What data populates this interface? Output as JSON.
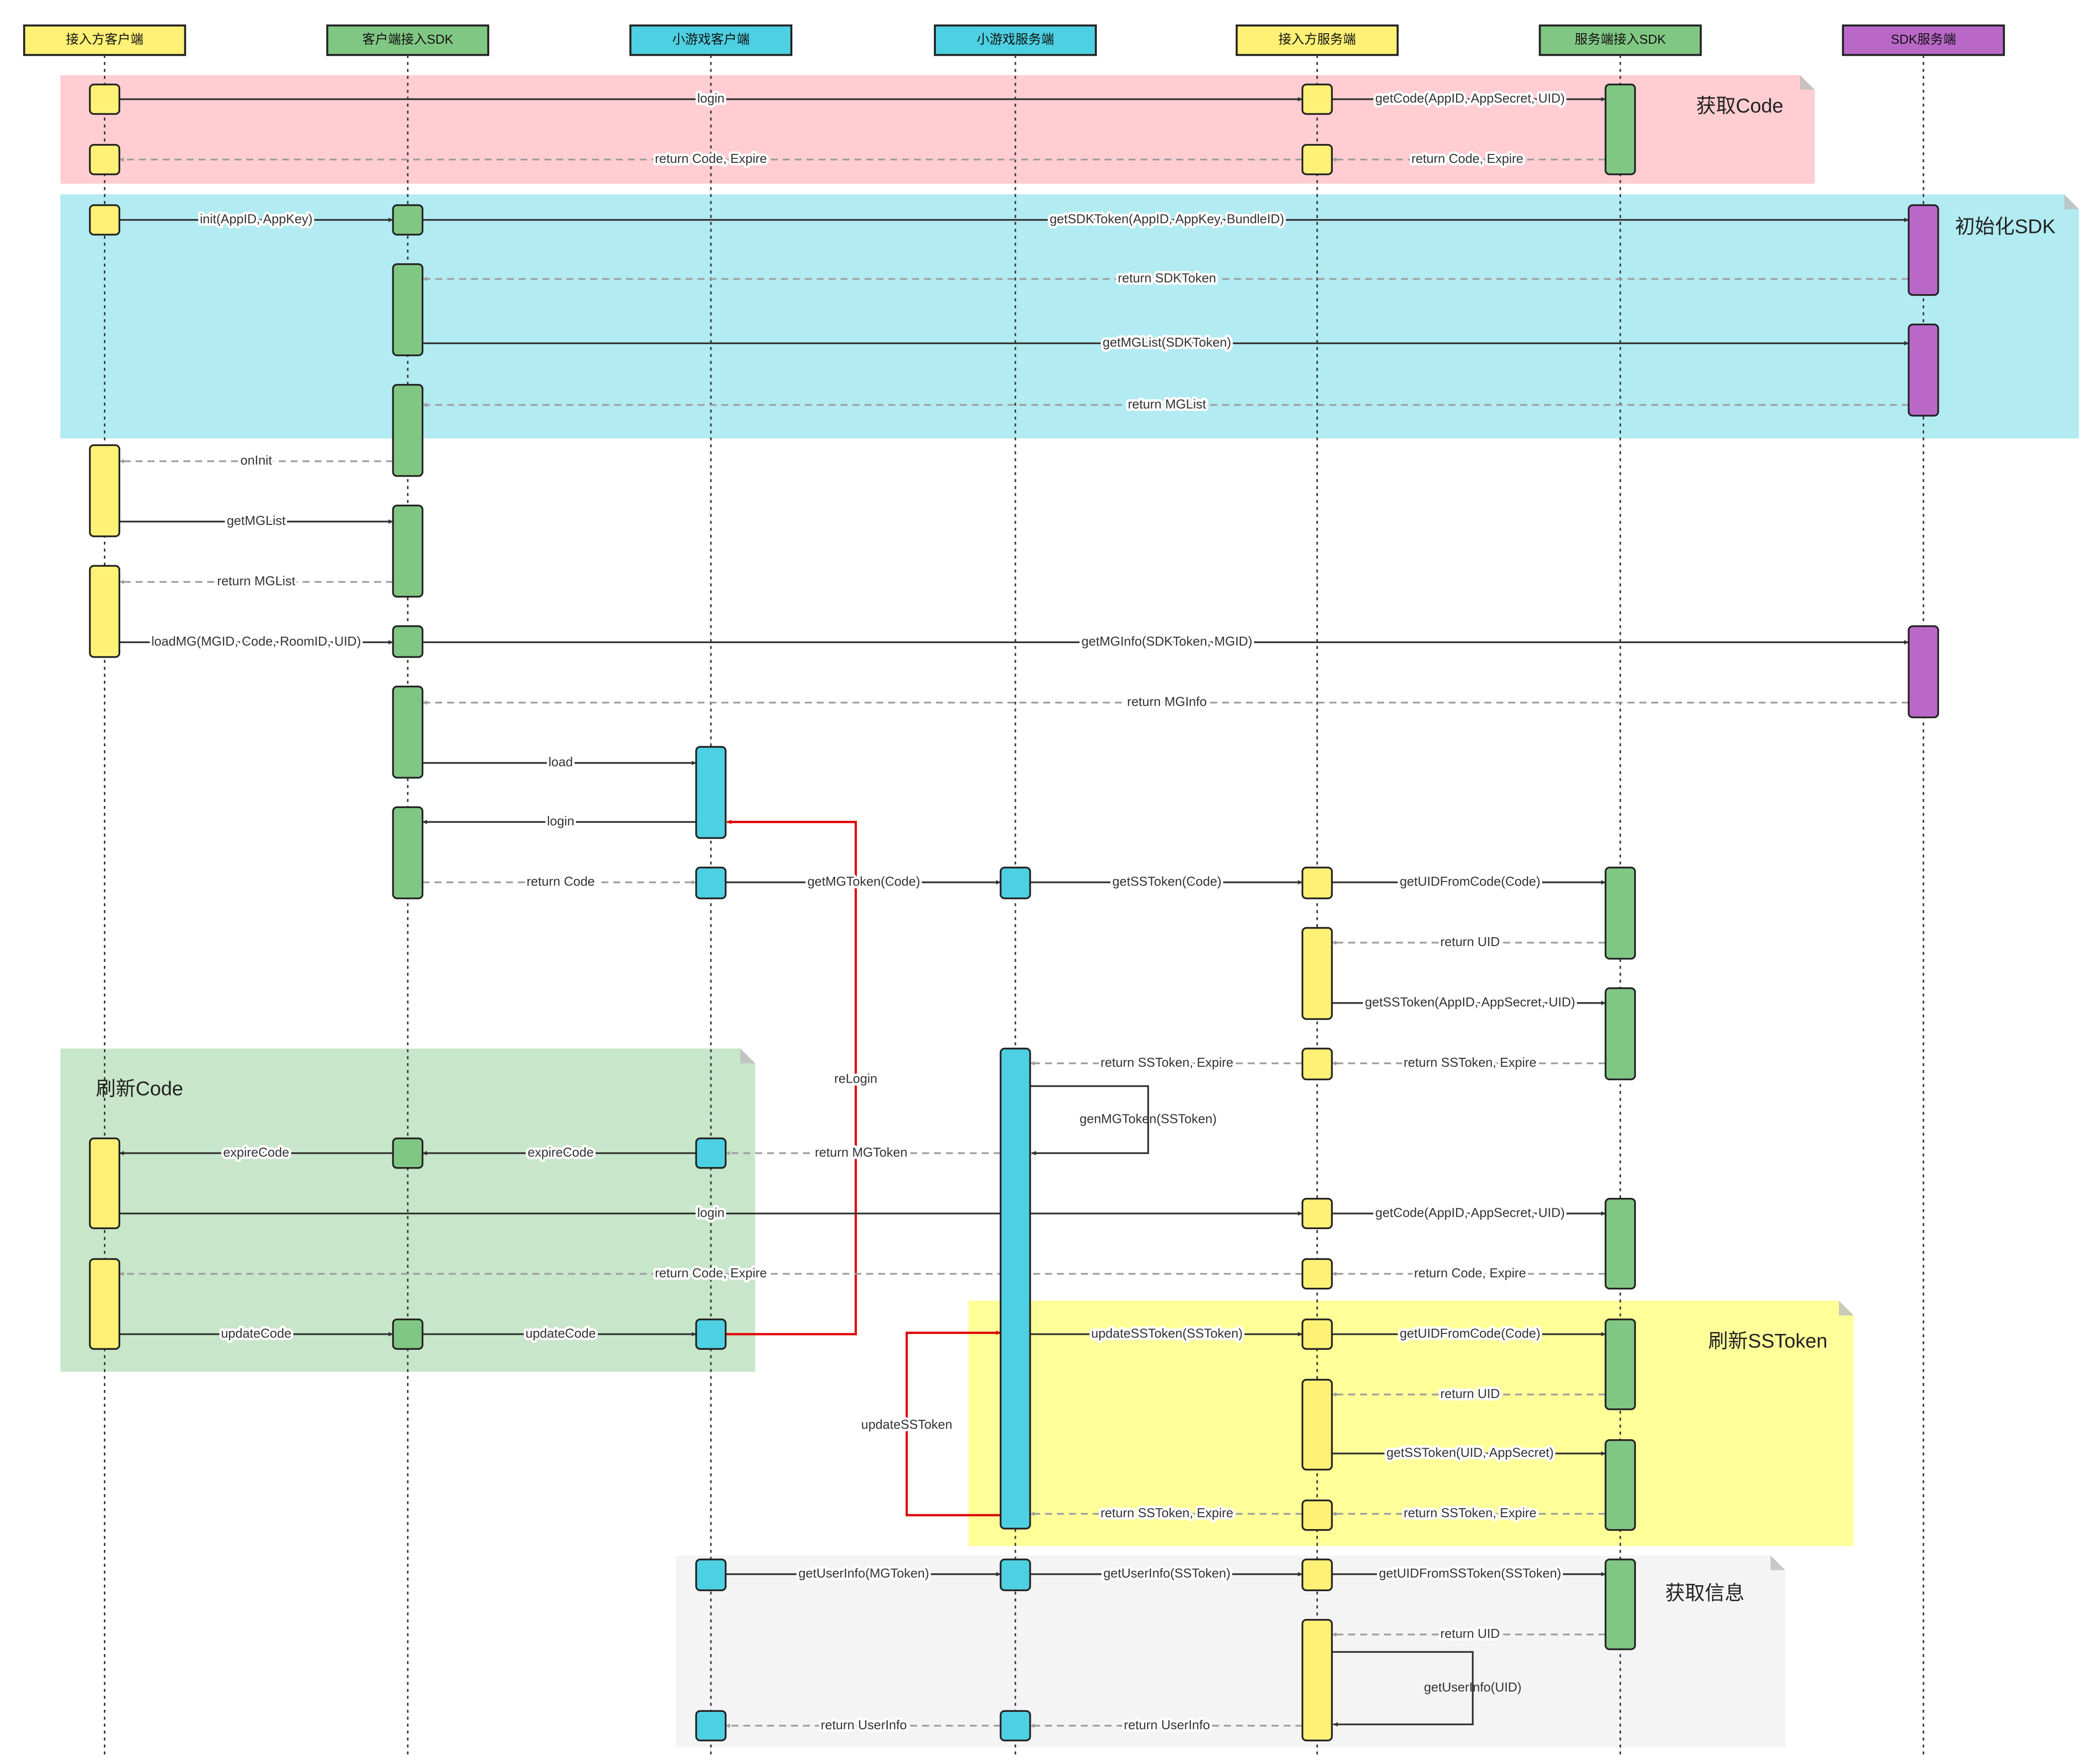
{
  "colors": {
    "yellow": "#FFF176",
    "green": "#81C784",
    "cyan": "#4DD0E1",
    "purple": "#BA68C8",
    "region_pink": "#FFCDD2",
    "region_cyan": "#B2EBF2",
    "region_green": "#C8E6C9",
    "region_yellow": "#FFFF99",
    "region_gray": "#F4F4F4",
    "relogin_red": "#E00000"
  },
  "participants": [
    {
      "id": "p1",
      "label": "接入方客户端",
      "color": "yellow"
    },
    {
      "id": "p2",
      "label": "客户端接入SDK",
      "color": "green"
    },
    {
      "id": "p3",
      "label": "小游戏客户端",
      "color": "cyan"
    },
    {
      "id": "p4",
      "label": "小游戏服务端",
      "color": "cyan"
    },
    {
      "id": "p5",
      "label": "接入方服务端",
      "color": "yellow"
    },
    {
      "id": "p6",
      "label": "服务端接入SDK",
      "color": "green"
    },
    {
      "id": "p7",
      "label": "SDK服务端",
      "color": "purple"
    }
  ],
  "regions": [
    {
      "id": "get-code",
      "label": "获取Code",
      "color": "region_pink"
    },
    {
      "id": "init-sdk",
      "label": "初始化SDK",
      "color": "region_cyan"
    },
    {
      "id": "refresh-code",
      "label": "刷新Code",
      "color": "region_green"
    },
    {
      "id": "refresh-sstoken",
      "label": "刷新SSToken",
      "color": "region_yellow"
    },
    {
      "id": "get-info",
      "label": "获取信息",
      "color": "region_gray"
    }
  ],
  "messages": [
    {
      "from": "p1",
      "to": "p5",
      "label": "login",
      "dashed": false
    },
    {
      "from": "p5",
      "to": "p6",
      "label": "getCode(AppID, AppSecret, UID)",
      "dashed": false
    },
    {
      "from": "p5",
      "to": "p1",
      "label": "return Code, Expire",
      "dashed": true
    },
    {
      "from": "p6",
      "to": "p5",
      "label": "return Code, Expire",
      "dashed": true
    },
    {
      "from": "p1",
      "to": "p2",
      "label": "init(AppID, AppKey)",
      "dashed": false
    },
    {
      "from": "p2",
      "to": "p7",
      "label": "getSDKToken(AppID, AppKey, BundleID)",
      "dashed": false
    },
    {
      "from": "p7",
      "to": "p2",
      "label": "return SDKToken",
      "dashed": true
    },
    {
      "from": "p2",
      "to": "p7",
      "label": "getMGList(SDKToken)",
      "dashed": false
    },
    {
      "from": "p7",
      "to": "p2",
      "label": "return MGList",
      "dashed": true
    },
    {
      "from": "p2",
      "to": "p1",
      "label": "onInit",
      "dashed": true
    },
    {
      "from": "p1",
      "to": "p2",
      "label": "getMGList",
      "dashed": false
    },
    {
      "from": "p2",
      "to": "p1",
      "label": "return MGList",
      "dashed": true
    },
    {
      "from": "p1",
      "to": "p2",
      "label": "loadMG(MGID, Code, RoomID, UID)",
      "dashed": false
    },
    {
      "from": "p2",
      "to": "p7",
      "label": "getMGInfo(SDKToken, MGID)",
      "dashed": false
    },
    {
      "from": "p7",
      "to": "p2",
      "label": "return MGInfo",
      "dashed": true
    },
    {
      "from": "p2",
      "to": "p3",
      "label": "load",
      "dashed": false
    },
    {
      "from": "p3",
      "to": "p2",
      "label": "login",
      "dashed": false
    },
    {
      "from": "p2",
      "to": "p3",
      "label": "return Code",
      "dashed": true
    },
    {
      "from": "p3",
      "to": "p4",
      "label": "getMGToken(Code)",
      "dashed": false
    },
    {
      "from": "p4",
      "to": "p5",
      "label": "getSSToken(Code)",
      "dashed": false
    },
    {
      "from": "p5",
      "to": "p6",
      "label": "getUIDFromCode(Code)",
      "dashed": false
    },
    {
      "from": "p6",
      "to": "p5",
      "label": "return UID",
      "dashed": true
    },
    {
      "from": "p5",
      "to": "p6",
      "label": "getSSToken(AppID, AppSecret, UID)",
      "dashed": false
    },
    {
      "from": "p6",
      "to": "p5",
      "label": "return SSToken, Expire",
      "dashed": true
    },
    {
      "from": "p5",
      "to": "p4",
      "label": "return SSToken, Expire",
      "dashed": true
    },
    {
      "from": "p4",
      "to": "p4",
      "label": "genMGToken(SSToken)",
      "dashed": false
    },
    {
      "from": "p4",
      "to": "p3",
      "label": "return MGToken",
      "dashed": true
    },
    {
      "from": "p3",
      "to": "p2",
      "label": "expireCode",
      "dashed": false
    },
    {
      "from": "p2",
      "to": "p1",
      "label": "expireCode",
      "dashed": false
    },
    {
      "from": "p1",
      "to": "p5",
      "label": "login",
      "dashed": false
    },
    {
      "from": "p5",
      "to": "p6",
      "label": "getCode(AppID, AppSecret, UID)",
      "dashed": false
    },
    {
      "from": "p5",
      "to": "p1",
      "label": "return Code, Expire",
      "dashed": true
    },
    {
      "from": "p6",
      "to": "p5",
      "label": "return Code, Expire",
      "dashed": true
    },
    {
      "from": "p1",
      "to": "p2",
      "label": "updateCode",
      "dashed": false
    },
    {
      "from": "p2",
      "to": "p3",
      "label": "updateCode",
      "dashed": false
    },
    {
      "from": "p4",
      "to": "p5",
      "label": "updateSSToken(SSToken)",
      "dashed": false
    },
    {
      "from": "p5",
      "to": "p6",
      "label": "getUIDFromCode(Code)",
      "dashed": false
    },
    {
      "from": "p6",
      "to": "p5",
      "label": "return UID",
      "dashed": true
    },
    {
      "from": "p5",
      "to": "p6",
      "label": "getSSToken(UID, AppSecret)",
      "dashed": false
    },
    {
      "from": "p6",
      "to": "p5",
      "label": "return SSToken, Expire",
      "dashed": true
    },
    {
      "from": "p5",
      "to": "p4",
      "label": "return SSToken, Expire",
      "dashed": true
    },
    {
      "from": "p3",
      "to": "p4",
      "label": "getUserInfo(MGToken)",
      "dashed": false
    },
    {
      "from": "p4",
      "to": "p5",
      "label": "getUserInfo(SSToken)",
      "dashed": false
    },
    {
      "from": "p5",
      "to": "p6",
      "label": "getUIDFromSSToken(SSToken)",
      "dashed": false
    },
    {
      "from": "p6",
      "to": "p5",
      "label": "return UID",
      "dashed": true
    },
    {
      "from": "p5",
      "to": "p5",
      "label": "getUserInfo(UID)",
      "dashed": false
    },
    {
      "from": "p5",
      "to": "p4",
      "label": "return UserInfo",
      "dashed": true
    },
    {
      "from": "p4",
      "to": "p3",
      "label": "return UserInfo",
      "dashed": true
    }
  ],
  "red_paths": [
    {
      "id": "relogin",
      "label": "reLogin"
    },
    {
      "id": "update-sstoken-loop",
      "label": "updateSSToken"
    }
  ]
}
